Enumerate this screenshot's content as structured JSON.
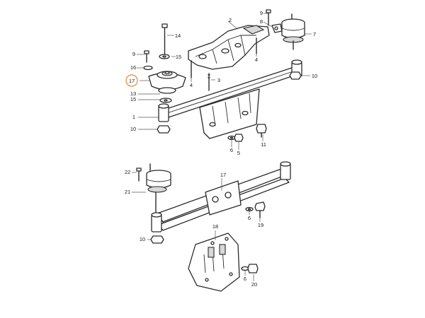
{
  "highlight_color": "#e8842c",
  "highlighted_part": "17",
  "callouts": {
    "c1": "1",
    "c2": "2",
    "c3": "3",
    "c4a": "4",
    "c4b": "4",
    "c5": "5",
    "c6a": "6",
    "c6b": "6",
    "c6c": "6",
    "c7": "7",
    "c8": "8",
    "c9a": "9",
    "c9b": "9",
    "c10a": "10",
    "c10b": "10",
    "c10c": "10",
    "c11": "11",
    "c14": "14",
    "c15a": "15",
    "c15b": "15",
    "c16": "16",
    "c17": "17",
    "c18": "18",
    "c19": "19",
    "c20": "20",
    "c21": "21",
    "c22": "22"
  }
}
